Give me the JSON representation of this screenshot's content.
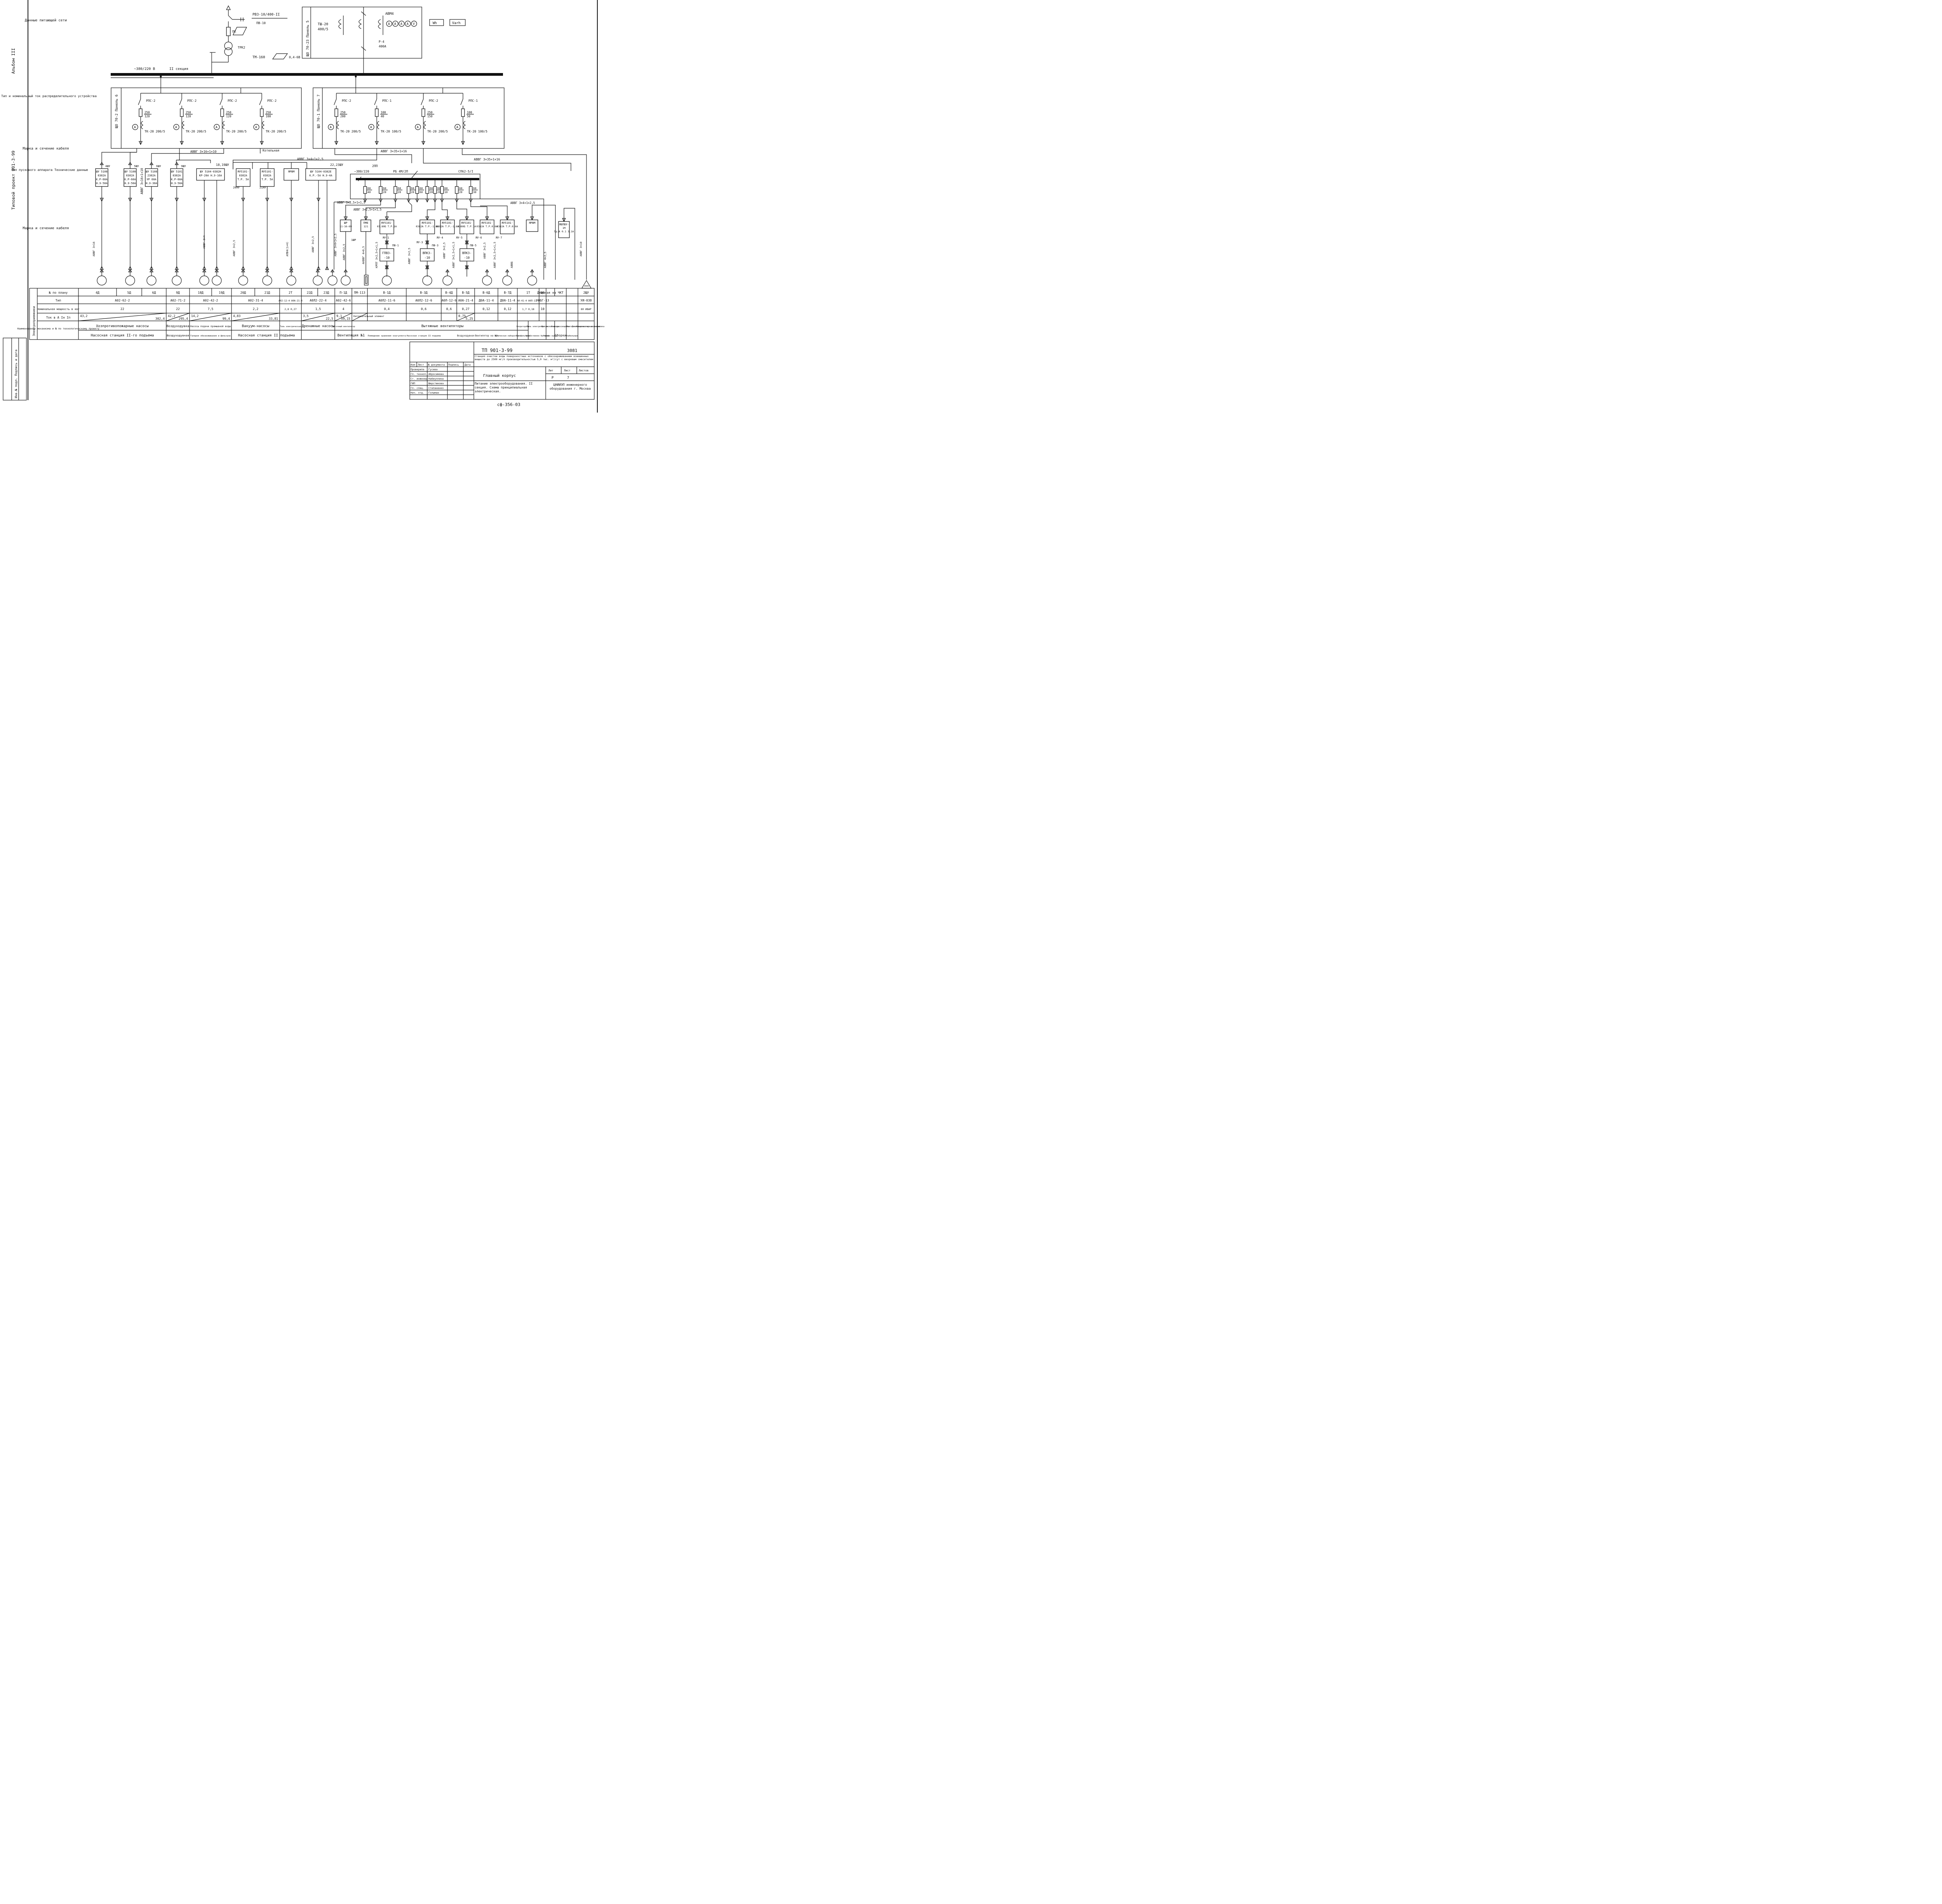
{
  "frame": {
    "album": "Альбом III",
    "project": "Типовой  проект  901-3-99",
    "sign": "Инв.№ подл.  Подпись и дата"
  },
  "left_labels": {
    "supply": "Данные питающей сети",
    "dist": "Тип и номинальный ток распределительного устройства",
    "cable1": "Марка и сечение кабеля",
    "starter": "Тип пускового аппарата Технические данные",
    "cable2": "Марка и сечение кабеля"
  },
  "top": {
    "rvz": "РВЗ-10/400-II",
    "pk": "ПК",
    "pv": "ПВ-10",
    "trk": "ТРК2",
    "tm": "ТМ-160",
    "tm_v": "0,4-6В",
    "bus_v": "~380/220 В",
    "section": "II секция",
    "panel5": "ЩО 70-23  Панель 5",
    "tsh": "ТШ-20",
    "tsh_r": "400/5",
    "avm": "АВМ4",
    "r4": "Р-4",
    "r4_a": "400А",
    "wh": "Wh",
    "varh": "Varh"
  },
  "panel6": {
    "title": "ЩО 70-2  Панель 6",
    "feeders": [
      {
        "sw": "РПС-2",
        "f1": "250",
        "f2": "120",
        "tk": "ТК-20 200/5"
      },
      {
        "sw": "РПС-2",
        "f1": "250",
        "f2": "120",
        "tk": "ТК-20 200/5"
      },
      {
        "sw": "РПС-2",
        "f1": "250",
        "f2": "120",
        "tk": "ТК-20 200/5"
      },
      {
        "sw": "РПС-2",
        "f1": "250",
        "f2": "100",
        "tk": "ТК-20 200/5"
      }
    ]
  },
  "panel7": {
    "title": "ЩО 70-1  Панель 7",
    "feeders": [
      {
        "sw": "РПС-2",
        "f1": "250",
        "f2": "200",
        "tk": "ТК-20 200/5"
      },
      {
        "sw": "РПС-1",
        "f1": "100",
        "f2": "40",
        "tk": "ТК-20 100/5"
      },
      {
        "sw": "РПС-2",
        "f1": "250",
        "f2": "150",
        "tk": "ТК-20 200/5"
      },
      {
        "sw": "РПС-1",
        "f1": "100",
        "f2": "50",
        "tk": "ТК-20 100/5"
      }
    ]
  },
  "cables": {
    "c1": "АВВГ 3×16+1×10",
    "c2": "Котельная",
    "c3": "АВВГ 3×35+1×16",
    "c4": "АВВГ 3×4+1×2,5",
    "c5": "АВВГ 3×35+1×16",
    "c6": "22,23ШУ",
    "c7": "18,19ШУ",
    "c8": "АВВГ 3×16+1×10",
    "sp_title": "~380/220",
    "sp_switch": "РБ 4М/2П",
    "sp_type": "СП62-5/I",
    "sp_2p": "2ПП",
    "sp_cable": "АВВГ 3×2,5+1×1,5",
    "sp_cable2": "АВВГ 3×2,5+1×1,5",
    "sp_cable3": "АВВГ 3×4+1×2,5"
  },
  "sp_fuses": [
    {
      "a": "60",
      "b": "40"
    },
    {
      "a": "60",
      "b": "20"
    },
    {
      "a": "60",
      "b": "20"
    },
    {
      "a": "60",
      "b": "20"
    },
    {
      "a": "60",
      "b": "60"
    },
    {
      "a": "60",
      "b": "20"
    },
    {
      "a": "60",
      "b": "20"
    },
    {
      "a": "60",
      "b": "10"
    },
    {
      "a": "60",
      "b": "20"
    },
    {
      "a": "60",
      "b": "30"
    }
  ],
  "tags": [
    "4ШУ",
    "5ШУ",
    "6ШУ",
    "9ШУ",
    "20ЯУ",
    "21ЯУ",
    "1ШР",
    "ЯУ-1",
    "ЯУ-3",
    "ЯУ-4",
    "ЯУ-5",
    "ЯУ-6",
    "ЯУ-7",
    "ПВ-1",
    "ПВ-3",
    "ПВ-5"
  ],
  "starters_top": [
    {
      "l1": "ШУ 5108",
      "l2": "0382А",
      "l3": "К.Р-60А",
      "l4": "Н.Э-50А"
    },
    {
      "l1": "ШУ 5108",
      "l2": "0382А",
      "l3": "К.Р-60А",
      "l4": "Н.Э-50А"
    },
    {
      "l1": "ШУ 5108",
      "l2": "2382А",
      "l3": "УР 60А",
      "l4": "Н.Э-30А"
    },
    {
      "l1": "ШУ 5101",
      "l2": "0382А",
      "l3": "К.Р-60А",
      "l4": "Н.Э-50А"
    },
    {
      "l1": "ШУ 5104-0382Н",
      "l2": "КР-20А  Н.Э-16А",
      "l3": "",
      "l4": ""
    },
    {
      "l1": "ЯУ5101-",
      "l2": "0382А",
      "l3": "Т.Р. 5А",
      "l4": ""
    },
    {
      "l1": "ЯУ5101-",
      "l2": "0382А",
      "l3": "Т.Р. 5А",
      "l4": ""
    },
    {
      "l1": "ЯРВМ",
      "l2": "",
      "l3": "",
      "l4": ""
    },
    {
      "l1": "ШУ 5104-0382Е",
      "l2": "К.Р.-5А  Н.Э-4А",
      "l3": "",
      "l4": ""
    }
  ],
  "starters_low": [
    {
      "l1": "ШР",
      "l2": "11-16-69"
    },
    {
      "l1": "ПМЕ",
      "l2": "121"
    },
    {
      "l1": "ЯУ5101-",
      "l2": "03.80Б Т.Р.1А"
    },
    {
      "l1": "ЯУ5101-",
      "l2": "0382А Т.Р.-1.6А"
    },
    {
      "l1": "ЯУ5101-",
      "l2": "0382А Т.Р.-1.6А"
    },
    {
      "l1": "ЯУ5101-",
      "l2": "0380Б Т.Р.1А"
    },
    {
      "l1": "ЯУ5101-",
      "l2": "0382А Т.Р.0.6А"
    },
    {
      "l1": "ЯУ5101-",
      "l2": "0382А Т.Р.0.6А"
    },
    {
      "l1": "ЯРВМ",
      "l2": ""
    },
    {
      "l1": "ЯБПВУ-",
      "l2": "1М Пр.А 0.1 3.1А"
    }
  ],
  "lower_boxes": [
    {
      "l1": "ГПВЗ-",
      "l2": "-10"
    },
    {
      "l1": "ВПКЗ-",
      "l2": "-10"
    },
    {
      "l1": "ВПКЗ-",
      "l2": "-10"
    }
  ],
  "motor_cables": [
    "АВВГ 3×16",
    "АВВГ 3×4",
    "АВВГ 3×2,5",
    "АПВ4(1×4)",
    "АВВГ 3×2,5",
    "АВВГ 3×4+1×2,5",
    "АВВГ 3×2,5",
    "АКВВГ 4×0,5",
    "КРПТ 3×2,5+1×1,5",
    "АВВГ 3×2,5",
    "АВВГ 3×2,5",
    "АВВГ 3×2,5+1×1,5",
    "АВВГ 3×2,5",
    "АВВГ 3×2,5+1×1,5",
    "АВВБ",
    "АВВГ 4×2,5",
    "АВВГ 3×10"
  ],
  "table": {
    "side": "Электроприемники",
    "row_labels": [
      "№ по плану",
      "Тип",
      "Номинальная мощность в квт",
      "Ток в А  Iн  Iп",
      "Наименование механизма и № по технологическому проекту"
    ],
    "plan": [
      "4Д",
      "5Д",
      "6Д",
      "9Д",
      "18Д",
      "19Д",
      "20Д",
      "21Д",
      "2Т",
      "22Д",
      "23Д",
      "П-1Д",
      "ПМ-113",
      "В-1Д",
      "В-3Д",
      "В-4Д",
      "В-5Д",
      "В-6Д",
      "В-7Д",
      "1Т",
      "ЩО",
      "Длинная на ЧКТ",
      "",
      "",
      "2ЩУ"
    ],
    "types": [
      {
        "t": "А02-62-2"
      },
      {
        "t": "А02-71-2"
      },
      {
        "t": "А02-42-2"
      },
      {
        "t": "А02-31-4"
      },
      {
        "t": "А02-12-4 А0А-21-4"
      },
      {
        "t": "А0Л2-22-4"
      },
      {
        "t": "А02-42-6"
      },
      {
        "t": ""
      },
      {
        "t": "А0Л2-11-6"
      },
      {
        "t": "А0Л2-12-6"
      },
      {
        "t": "А0Л-12-6"
      },
      {
        "t": "А0А-21-4"
      },
      {
        "t": "Д0А-11-4"
      },
      {
        "t": "Д0А-11-4"
      },
      {
        "t": "А0-41-4 А0Л-11-4"
      },
      {
        "t": "У0БГ-13"
      },
      {
        "t": ""
      },
      {
        "t": "УИ-038"
      }
    ],
    "power": [
      "22",
      "22",
      "7,5",
      "2,2",
      "2,8 0,27",
      "1,5",
      "4",
      "1,1",
      "0,4",
      "0,6",
      "0,6",
      "0,27",
      "0,12",
      "0,12",
      "1,7 0,18",
      "10",
      "",
      "80 ИВАР"
    ],
    "current": [
      {
        "in": "43,2",
        "ip": "302,4"
      },
      {
        "in": "42,2",
        "ip": "295,4"
      },
      {
        "in": "14,2",
        "ip": "99,4"
      },
      {
        "in": "4,83",
        "ip": "33,81"
      },
      {
        "in": "3,5",
        "ip": "22,5"
      },
      {
        "in": "9,1",
        "ip": "59,15"
      },
      {
        "in": "Нагревательный элемент",
        "ip": ""
      },
      {
        "in": "0,75",
        "ip": "5,25"
      }
    ],
    "names1": [
      "Хозпротивопожарные насосы",
      "Воздуходувка",
      "Насосы подачи промывной воды",
      "Вакуум-насосы",
      "Таль электрическая",
      "Дренажные насосы",
      "Приточный вентилятор",
      "Вытяжные вентиляторы",
      "Хлораторная",
      "Таль электрическая",
      "Щит пеленгатора",
      "Электроосвещение",
      "Маятеречка",
      "Блок контактных клапанов",
      "Конденсаторная установка"
    ],
    "names2": [
      "Насосная станция II-го подъема",
      "Воздуходувная",
      "Галерея обезвоживания и фильтров",
      "Насосная станция II подъема",
      "Вентиляция №1",
      "Помещение хранения коагулянта",
      "Насосная станция II подъема",
      "Воздуходувная",
      "Вентилятор на №2",
      "Химическая лаборатория",
      "Зал фильтров",
      "Хозяйственно бытовой",
      "Разные нужды",
      "Сборки",
      "Кабельные"
    ]
  },
  "stamp": {
    "code": "ТП 901-3-99",
    "sheet_code": "3081",
    "desc": "Станция очистки воды поверхностных источников с обеззараживанием взвешенных веществ до 2500 мг/л производительностью 5,0 тыс. м³/сут с вихревым смесителем",
    "cols": [
      "Изм",
      "Лист",
      "№ документа",
      "Подпись",
      "Дата"
    ],
    "people": [
      {
        "role": "Проверила",
        "name": "Гусева"
      },
      {
        "role": "Гл. технол.",
        "name": "Абросимова"
      },
      {
        "role": "Ст. инженер",
        "name": "Набиуллина"
      },
      {
        "role": "ГИП",
        "name": "Шерстюкова"
      },
      {
        "role": "Гл. спец.",
        "name": "Степаненко"
      },
      {
        "role": "Нач. отд.",
        "name": "Голыман"
      }
    ],
    "building": "Главный корпус",
    "title": "Питание электрооборудования. II секция. Схема принципиальная электрическая.",
    "lit_label": "Лит",
    "sheet_label": "Лист",
    "sheets_label": "Листов",
    "lit": "Р",
    "sheet": "7",
    "org": "ЦНИИЭП инженерного оборудования г. Москва",
    "footer": "сф-356-03"
  }
}
